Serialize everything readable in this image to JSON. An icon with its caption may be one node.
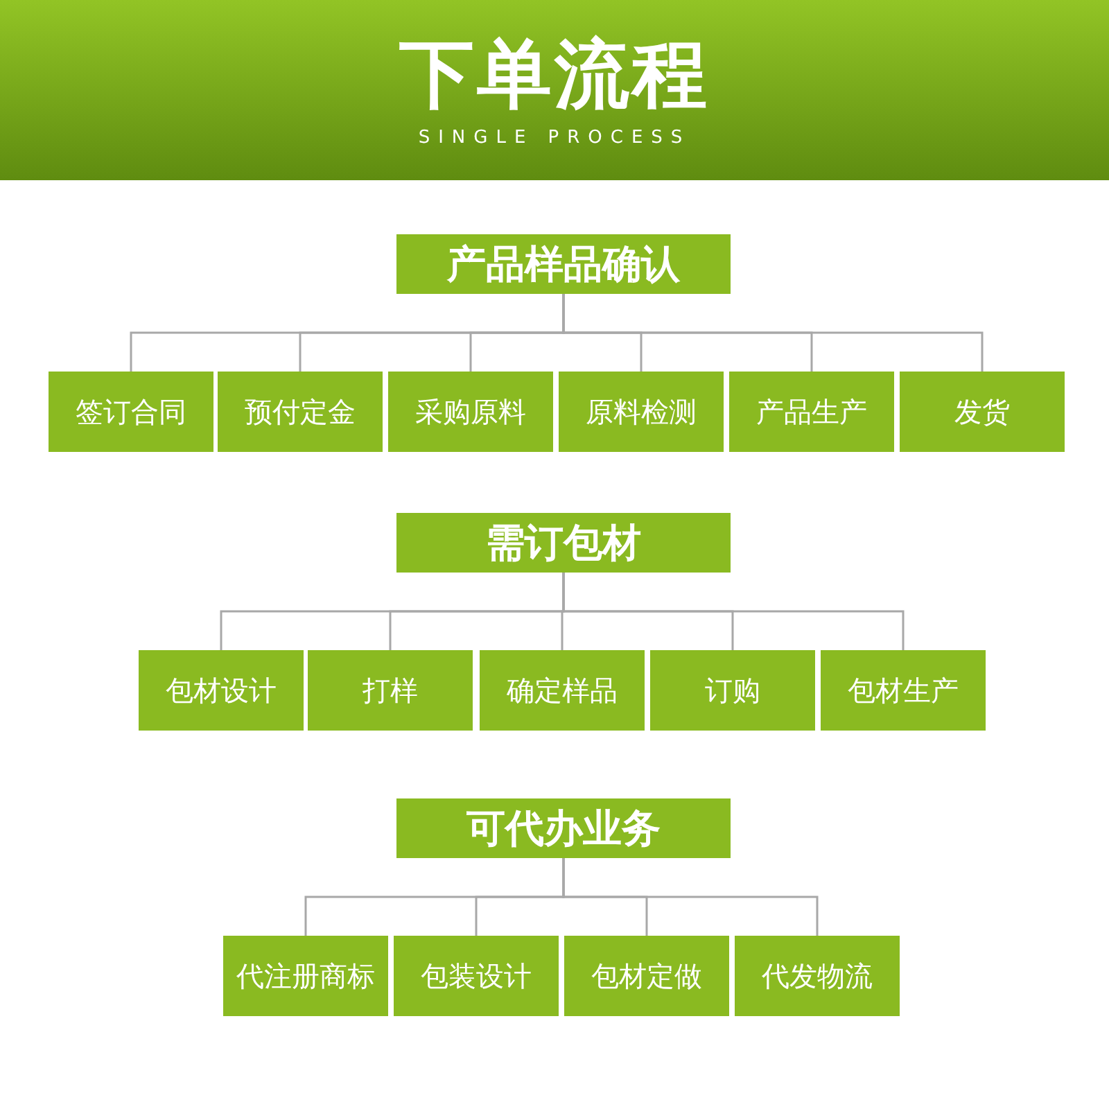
{
  "diagram": {
    "title": "下单流程",
    "nodes": [
      {
        "text": [
          "产品样品确认"
        ]
      },
      {
        "text": [
          "签订合同"
        ]
      },
      {
        "text": [
          "预付定金"
        ]
      },
      {
        "text": [
          "采购原料"
        ]
      },
      {
        "text": [
          "原料检测"
        ]
      },
      {
        "text": [
          "产品生产"
        ]
      },
      {
        "text": [
          "发货"
        ]
      },
      {
        "text": [
          "需订包材"
        ]
      },
      {
        "text": [
          "包材设计"
        ]
      },
      {
        "text": [
          "打样"
        ]
      },
      {
        "text": [
          "确定样品"
        ]
      },
      {
        "text": [
          "订购"
        ]
      },
      {
        "text": [
          "包材生产"
        ]
      },
      {
        "text": [
          "可代办业务"
        ]
      },
      {
        "text": [
          "代注册商标"
        ]
      },
      {
        "text": [
          "包装设计"
        ]
      },
      {
        "text": [
          "包材定做"
        ]
      },
      {
        "text": [
          "代发物流"
        ]
      }
    ],
    "edges": [
      {
        "from": 0,
        "to": 1,
        "arrow": "none"
      },
      {
        "from": 0,
        "to": 2,
        "arrow": "none"
      },
      {
        "from": 0,
        "to": 3,
        "arrow": "none"
      },
      {
        "from": 0,
        "to": 4,
        "arrow": "none"
      },
      {
        "from": 0,
        "to": 5,
        "arrow": "none"
      },
      {
        "from": 0,
        "to": 6,
        "arrow": "none"
      },
      {
        "from": 7,
        "to": 8,
        "arrow": "none"
      },
      {
        "from": 7,
        "to": 9,
        "arrow": "none"
      },
      {
        "from": 7,
        "to": 10,
        "arrow": "none"
      },
      {
        "from": 7,
        "to": 11,
        "arrow": "none"
      },
      {
        "from": 7,
        "to": 12,
        "arrow": "none"
      },
      {
        "from": 13,
        "to": 14,
        "arrow": "none"
      },
      {
        "from": 13,
        "to": 15,
        "arrow": "none"
      },
      {
        "from": 13,
        "to": 16,
        "arrow": "none"
      },
      {
        "from": 13,
        "to": 17,
        "arrow": "none"
      }
    ],
    "labels": [
      "SINGLE PROCESS"
    ]
  }
}
